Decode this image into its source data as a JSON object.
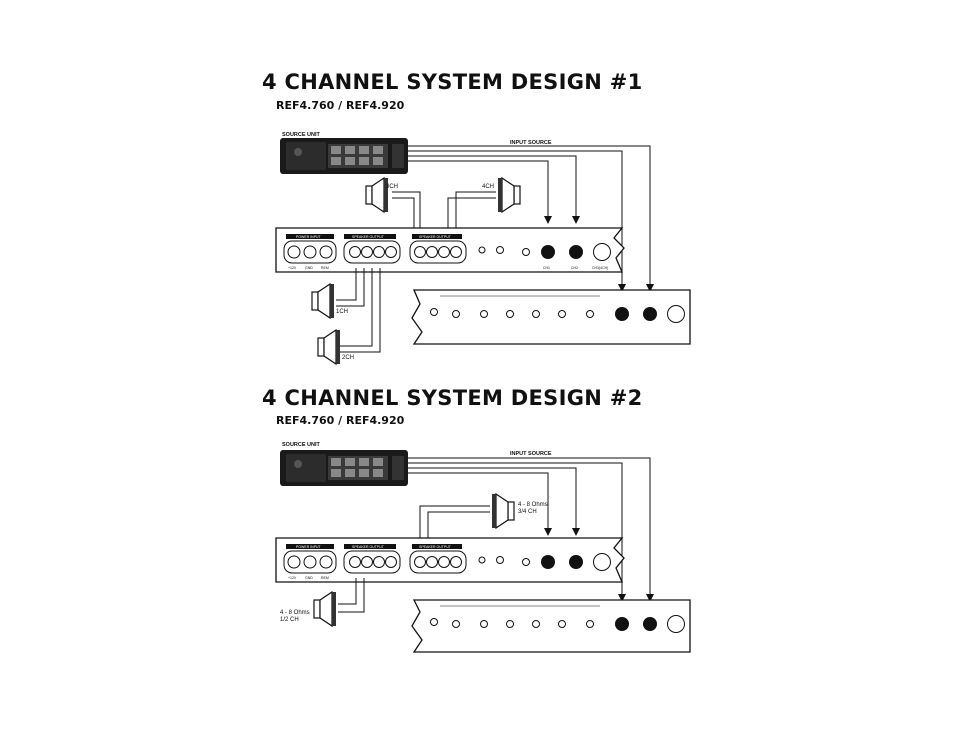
{
  "design1": {
    "title": "4 CHANNEL SYSTEM DESIGN #1",
    "models": "REF4.760 / REF4.920",
    "source_unit_label": "SOURCE UNIT",
    "input_source_label": "INPUT SOURCE",
    "speaker_labels": {
      "ch3": "3CH",
      "ch4": "4CH",
      "ch1": "1CH",
      "ch2": "2CH"
    },
    "amp_blocks": {
      "power_input": "POWER INPUT",
      "speaker_output_a": "SPEAKER OUTPUT",
      "speaker_output_b": "SPEAKER OUTPUT"
    },
    "power_terminals": [
      "+12V",
      "GND",
      "REM"
    ],
    "input_knobs": [
      "CH1",
      "CH2",
      "CH3(4CH)"
    ]
  },
  "design2": {
    "title": "4 CHANNEL SYSTEM DESIGN #2",
    "models": "REF4.760 / REF4.920",
    "source_unit_label": "SOURCE UNIT",
    "input_source_label": "INPUT SOURCE",
    "speaker_labels": {
      "front": "4 - 8 Ohms\n3/4 CH",
      "rear": "4 - 8 Ohms\n1/2 CH"
    },
    "amp_blocks": {
      "power_input": "POWER INPUT",
      "speaker_output_a": "SPEAKER OUTPUT",
      "speaker_output_b": "SPEAKER OUTPUT"
    },
    "power_terminals": [
      "+12V",
      "GND",
      "REM"
    ]
  }
}
